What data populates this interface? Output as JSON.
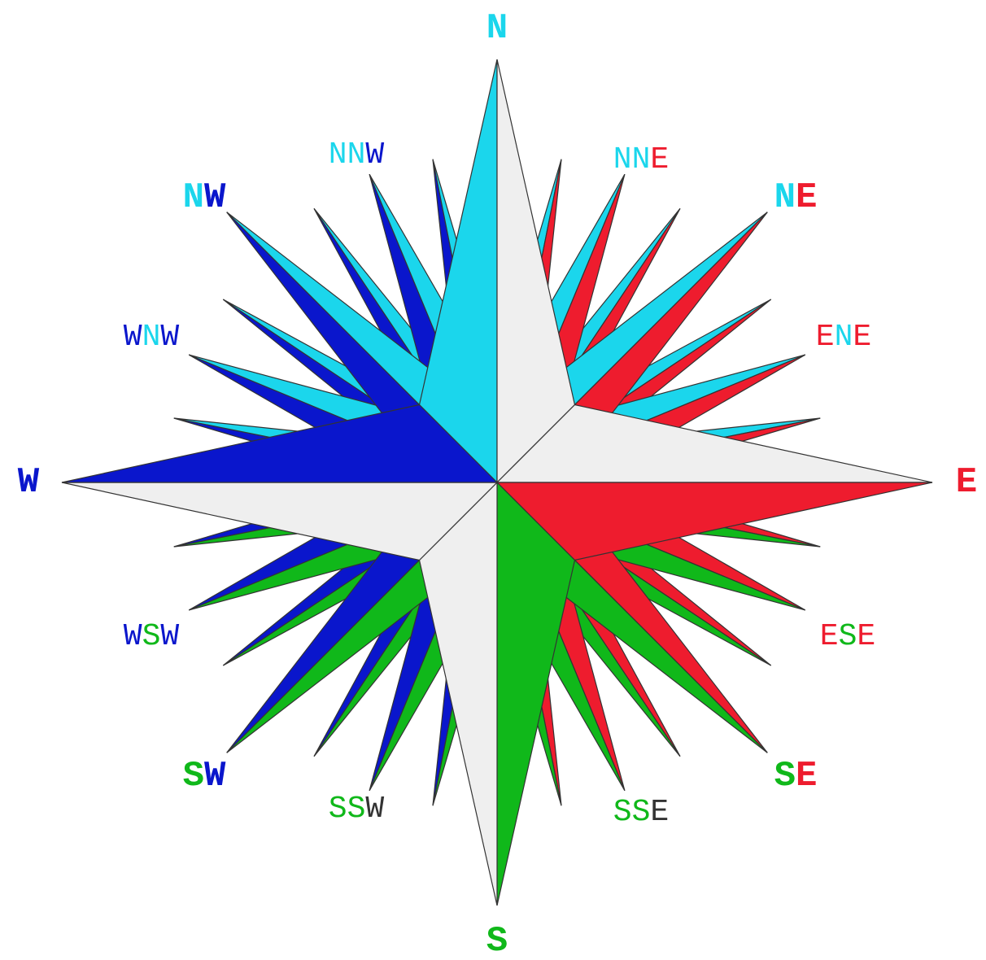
{
  "colors": {
    "north": "#1BD6EC",
    "east": "#EE1C2E",
    "south": "#10B81A",
    "west": "#0A16CC",
    "light": "#EFEFEF",
    "outline": "#333333",
    "dark_letter": "#333333"
  },
  "labels": {
    "n": {
      "parts": [
        {
          "text": "N",
          "color": "north"
        }
      ]
    },
    "e": {
      "parts": [
        {
          "text": "E",
          "color": "east"
        }
      ]
    },
    "s": {
      "parts": [
        {
          "text": "S",
          "color": "south"
        }
      ]
    },
    "w": {
      "parts": [
        {
          "text": "W",
          "color": "west"
        }
      ]
    },
    "ne": {
      "parts": [
        {
          "text": "N",
          "color": "north"
        },
        {
          "text": "E",
          "color": "east"
        }
      ]
    },
    "se": {
      "parts": [
        {
          "text": "S",
          "color": "south"
        },
        {
          "text": "E",
          "color": "east"
        }
      ]
    },
    "sw": {
      "parts": [
        {
          "text": "S",
          "color": "south"
        },
        {
          "text": "W",
          "color": "west"
        }
      ]
    },
    "nw": {
      "parts": [
        {
          "text": "N",
          "color": "north"
        },
        {
          "text": "W",
          "color": "west"
        }
      ]
    },
    "nne": {
      "parts": [
        {
          "text": "NN",
          "color": "north"
        },
        {
          "text": "E",
          "color": "east"
        }
      ]
    },
    "ene": {
      "parts": [
        {
          "text": "E",
          "color": "east"
        },
        {
          "text": "N",
          "color": "north"
        },
        {
          "text": "E",
          "color": "east"
        }
      ]
    },
    "ese": {
      "parts": [
        {
          "text": "E",
          "color": "east"
        },
        {
          "text": "S",
          "color": "south"
        },
        {
          "text": "E",
          "color": "east"
        }
      ]
    },
    "sse": {
      "parts": [
        {
          "text": "SS",
          "color": "south"
        },
        {
          "text": "E",
          "color": "dark_letter"
        }
      ]
    },
    "ssw": {
      "parts": [
        {
          "text": "SS",
          "color": "south"
        },
        {
          "text": "W",
          "color": "dark_letter"
        }
      ]
    },
    "wsw": {
      "parts": [
        {
          "text": "W",
          "color": "west"
        },
        {
          "text": "S",
          "color": "south"
        },
        {
          "text": "W",
          "color": "west"
        }
      ]
    },
    "wnw": {
      "parts": [
        {
          "text": "W",
          "color": "west"
        },
        {
          "text": "N",
          "color": "north"
        },
        {
          "text": "W",
          "color": "west"
        }
      ]
    },
    "nnw": {
      "parts": [
        {
          "text": "NN",
          "color": "north"
        },
        {
          "text": "W",
          "color": "west"
        }
      ]
    }
  }
}
